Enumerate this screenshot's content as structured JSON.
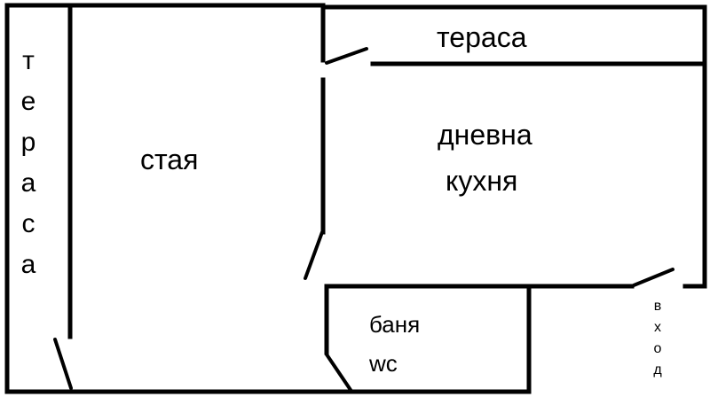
{
  "plan": {
    "rooms": {
      "left_terrace": "тераса",
      "room": "стая",
      "top_terrace": "тераса",
      "living_kitchen_line1": "дневна",
      "living_kitchen_line2": "кухня",
      "bath_line1": "баня",
      "bath_line2": "wc",
      "entrance": "вход"
    },
    "colors": {
      "wall": "#000000",
      "background": "#ffffff"
    }
  }
}
